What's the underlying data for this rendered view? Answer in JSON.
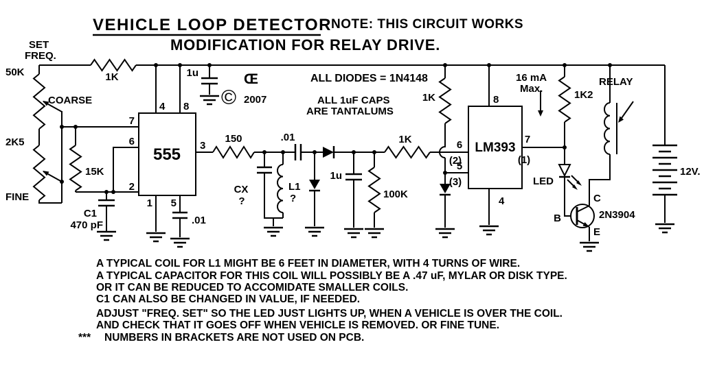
{
  "header": {
    "title": "VEHICLE LOOP DETECTOR",
    "note": "NOTE: THIS CIRCUIT WORKS",
    "subtitle": "MODIFICATION FOR RELAY DRIVE."
  },
  "labels": {
    "set": "SET",
    "freq": "FREQ.",
    "pot_coarse_value": "50K",
    "coarse": "COARSE",
    "pot_fine_value": "2K5",
    "fine": "FINE",
    "r_timing": "1K",
    "r_feedback": "15K",
    "c1_name": "C1",
    "c1_value": "470 pF",
    "c_supply": "1u",
    "copyright": "©",
    "ce": "Œ",
    "year": "2007",
    "note_diodes": "ALL DIODES = 1N4148",
    "note_caps1": "ALL 1uF CAPS",
    "note_caps2": "ARE TANTALUMS",
    "ic1": "555",
    "r_out": "150",
    "cx": "CX",
    "cx_q": "?",
    "l1": "L1",
    "l1_q": "?",
    "c_coupling": ".01",
    "c_pin5": ".01",
    "c_det": "1u",
    "r_det": "100K",
    "r_sig": "1K",
    "r_ref": "1K",
    "ic2": "LM393",
    "current1": "16 mA",
    "current2": "Max.",
    "r_led": "1K2",
    "led": "LED",
    "relay": "RELAY",
    "q_b": "B",
    "q_c": "C",
    "q_e": "E",
    "q_model": "2N3904",
    "battery": "12V."
  },
  "pins555": {
    "p1": "1",
    "p2": "2",
    "p3": "3",
    "p4": "4",
    "p5": "5",
    "p6": "6",
    "p7": "7",
    "p8": "8"
  },
  "pins393": {
    "p4": "4",
    "p5": "5",
    "p6": "6",
    "p7": "7",
    "p8": "8",
    "alt1": "(1)",
    "alt2": "(2)",
    "alt3": "(3)"
  },
  "notes": {
    "line1": "A TYPICAL COIL FOR L1 MIGHT BE 6 FEET IN DIAMETER, WITH 4 TURNS OF WIRE.",
    "line2": "A TYPICAL CAPACITOR FOR THIS COIL WILL POSSIBLY BE A .47 uF, MYLAR OR DISK TYPE.",
    "line3": "OR IT CAN BE REDUCED TO ACCOMIDATE SMALLER COILS.",
    "line4": "C1 CAN ALSO BE CHANGED IN VALUE, IF NEEDED.",
    "line5": "ADJUST \"FREQ. SET\" SO THE LED JUST LIGHTS UP, WHEN A VEHICLE IS OVER THE COIL.",
    "line6": "AND CHECK THAT IT GOES OFF WHEN VEHICLE IS REMOVED.  OR FINE TUNE.",
    "line7_stars": "***",
    "line7": "NUMBERS IN BRACKETS ARE NOT USED ON PCB."
  },
  "colors": {
    "ink": "#000000",
    "paper": "#ffffff"
  }
}
